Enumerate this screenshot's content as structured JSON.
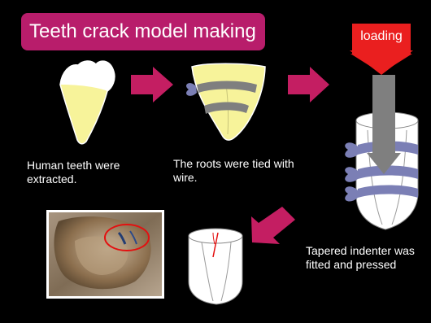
{
  "title": "Teeth crack model making",
  "loading_label": "loading",
  "captions": {
    "step1": "Human teeth were extracted.",
    "step2": "The roots were tied with wire.",
    "step3": "Tapered indenter was fitted and pressed"
  },
  "colors": {
    "background": "#000000",
    "title_fill": "#b81d6b",
    "arrow": "#c41e62",
    "loading_fill": "#ea1f1f",
    "tooth": "#f7f39a",
    "wire": "#7b7fb5",
    "indenter": "#7f7f7f",
    "crack": "#e31010"
  },
  "icons": {
    "arrow_1": "right-arrow-icon",
    "arrow_2": "right-arrow-icon",
    "arrow_3": "down-left-arrow-icon",
    "load_arrow": "down-arrow-icon"
  }
}
